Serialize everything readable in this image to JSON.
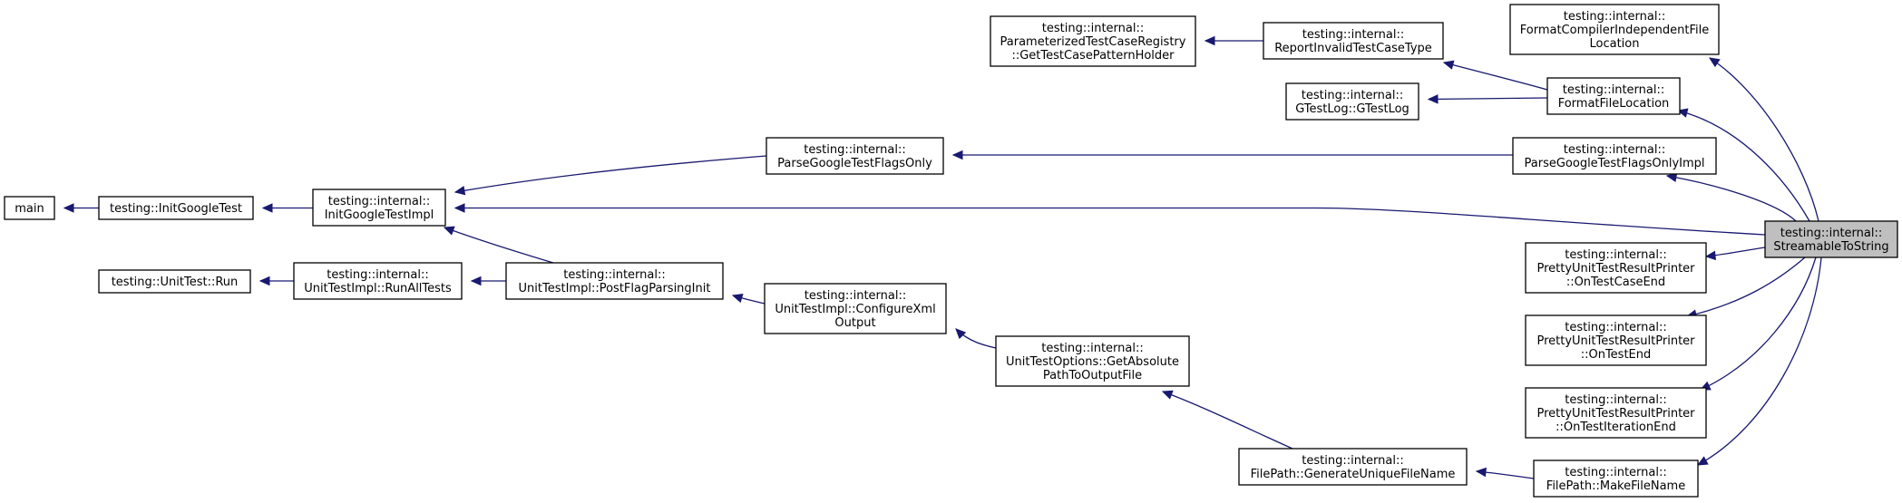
{
  "diagram": {
    "nodes": {
      "main": {
        "lines": [
          "main"
        ],
        "highlight": false
      },
      "initGoogleTest": {
        "lines": [
          "testing::InitGoogleTest"
        ],
        "highlight": false
      },
      "initGoogleTestImpl": {
        "lines": [
          "testing::internal::",
          "InitGoogleTestImpl"
        ],
        "highlight": false
      },
      "unitTestRun": {
        "lines": [
          "testing::UnitTest::Run"
        ],
        "highlight": false
      },
      "runAllTests": {
        "lines": [
          "testing::internal::",
          "UnitTestImpl::RunAllTests"
        ],
        "highlight": false
      },
      "postFlagParsingInit": {
        "lines": [
          "testing::internal::",
          "UnitTestImpl::PostFlagParsingInit"
        ],
        "highlight": false
      },
      "parseFlagsOnly": {
        "lines": [
          "testing::internal::",
          "ParseGoogleTestFlagsOnly"
        ],
        "highlight": false
      },
      "configureXml": {
        "lines": [
          "testing::internal::",
          "UnitTestImpl::ConfigureXml",
          "Output"
        ],
        "highlight": false
      },
      "getAbsolutePath": {
        "lines": [
          "testing::internal::",
          "UnitTestOptions::GetAbsolute",
          "PathToOutputFile"
        ],
        "highlight": false
      },
      "paramRegistry": {
        "lines": [
          "testing::internal::",
          "ParameterizedTestCaseRegistry",
          "::GetTestCasePatternHolder"
        ],
        "highlight": false
      },
      "reportInvalid": {
        "lines": [
          "testing::internal::",
          "ReportInvalidTestCaseType"
        ],
        "highlight": false
      },
      "gtestLog": {
        "lines": [
          "testing::internal::",
          "GTestLog::GTestLog"
        ],
        "highlight": false
      },
      "generateUnique": {
        "lines": [
          "testing::internal::",
          "FilePath::GenerateUniqueFileName"
        ],
        "highlight": false
      },
      "formatCompilerIndep": {
        "lines": [
          "testing::internal::",
          "FormatCompilerIndependentFile",
          "Location"
        ],
        "highlight": false
      },
      "formatFileLocation": {
        "lines": [
          "testing::internal::",
          "FormatFileLocation"
        ],
        "highlight": false
      },
      "parseFlagsOnlyImpl": {
        "lines": [
          "testing::internal::",
          "ParseGoogleTestFlagsOnlyImpl"
        ],
        "highlight": false
      },
      "streamableToString": {
        "lines": [
          "testing::internal::",
          "StreamableToString"
        ],
        "highlight": true
      },
      "onTestCaseEnd": {
        "lines": [
          "testing::internal::",
          "PrettyUnitTestResultPrinter",
          "::OnTestCaseEnd"
        ],
        "highlight": false
      },
      "onTestEnd": {
        "lines": [
          "testing::internal::",
          "PrettyUnitTestResultPrinter",
          "::OnTestEnd"
        ],
        "highlight": false
      },
      "onTestIterationEnd": {
        "lines": [
          "testing::internal::",
          "PrettyUnitTestResultPrinter",
          "::OnTestIterationEnd"
        ],
        "highlight": false
      },
      "makeFileName": {
        "lines": [
          "testing::internal::",
          "FilePath::MakeFileName"
        ],
        "highlight": false
      }
    },
    "edges": [
      {
        "from": "initGoogleTest",
        "to": "main"
      },
      {
        "from": "initGoogleTestImpl",
        "to": "initGoogleTest"
      },
      {
        "from": "parseFlagsOnly",
        "to": "initGoogleTestImpl"
      },
      {
        "from": "postFlagParsingInit",
        "to": "initGoogleTestImpl"
      },
      {
        "from": "streamableToString",
        "to": "initGoogleTestImpl"
      },
      {
        "from": "runAllTests",
        "to": "unitTestRun"
      },
      {
        "from": "postFlagParsingInit",
        "to": "runAllTests"
      },
      {
        "from": "configureXml",
        "to": "postFlagParsingInit"
      },
      {
        "from": "getAbsolutePath",
        "to": "configureXml"
      },
      {
        "from": "generateUnique",
        "to": "getAbsolutePath"
      },
      {
        "from": "makeFileName",
        "to": "generateUnique"
      },
      {
        "from": "parseFlagsOnlyImpl",
        "to": "parseFlagsOnly"
      },
      {
        "from": "reportInvalid",
        "to": "paramRegistry"
      },
      {
        "from": "formatFileLocation",
        "to": "reportInvalid"
      },
      {
        "from": "formatFileLocation",
        "to": "gtestLog"
      },
      {
        "from": "streamableToString",
        "to": "formatCompilerIndep"
      },
      {
        "from": "streamableToString",
        "to": "formatFileLocation"
      },
      {
        "from": "streamableToString",
        "to": "parseFlagsOnlyImpl"
      },
      {
        "from": "streamableToString",
        "to": "onTestCaseEnd"
      },
      {
        "from": "streamableToString",
        "to": "onTestEnd"
      },
      {
        "from": "streamableToString",
        "to": "onTestIterationEnd"
      },
      {
        "from": "streamableToString",
        "to": "makeFileName"
      }
    ]
  }
}
